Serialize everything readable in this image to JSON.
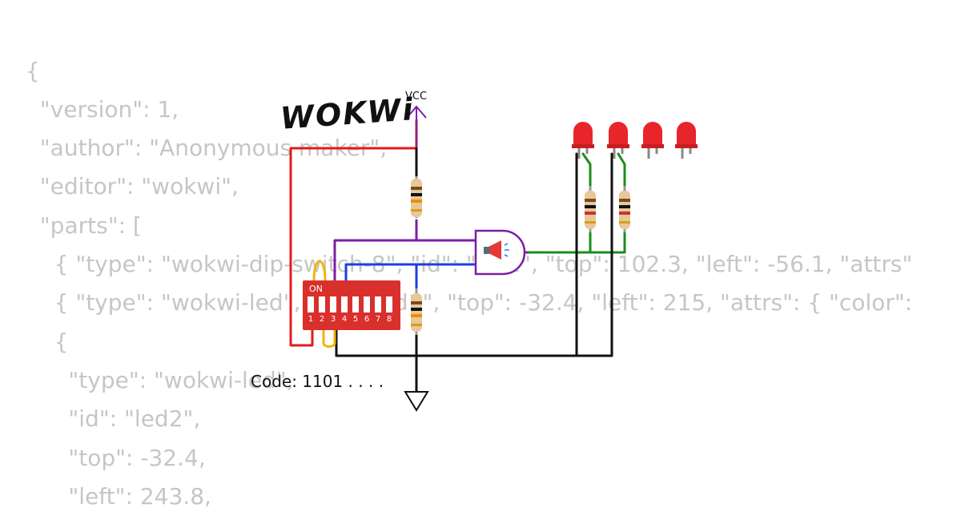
{
  "background_code": [
    "{",
    "  \"version\": 1,",
    "  \"author\": \"Anonymous maker\",",
    "  \"editor\": \"wokwi\",",
    "  \"parts\": [",
    "    { \"type\": \"wokwi-dip-switch-8\", \"id\": \"sw1\", \"top\": 102.3, \"left\": -56.1, \"attrs\"",
    "    { \"type\": \"wokwi-led\", \"id\": \"led1\", \"top\": -32.4, \"left\": 215, \"attrs\": { \"color\":",
    "    {",
    "      \"type\": \"wokwi-led\",",
    "      \"id\": \"led2\",",
    "      \"top\": -32.4,",
    "      \"left\": 243.8,"
  ],
  "logo": "WOKWi",
  "vcc_label": "VCC",
  "code_label": "Code: 1101 . . . .",
  "dip_switch": {
    "on_label": "ON",
    "numbers": [
      "1",
      "2",
      "3",
      "4",
      "5",
      "6",
      "7",
      "8"
    ]
  },
  "colors": {
    "wire_red": "#e11b1b",
    "wire_purple": "#7b1fa2",
    "wire_blue": "#1b3fe0",
    "wire_green": "#1a8c1a",
    "wire_black": "#111111",
    "wire_yellow": "#f0b400",
    "dip_body": "#d9302c",
    "led": "#e8252a",
    "gate": "#7b1fa2",
    "background_text": "#c6c6c6"
  },
  "icons": [
    "vcc-arrow-icon",
    "ground-icon",
    "and-gate",
    "megaphone-icon",
    "led-icon",
    "resistor-icon"
  ]
}
